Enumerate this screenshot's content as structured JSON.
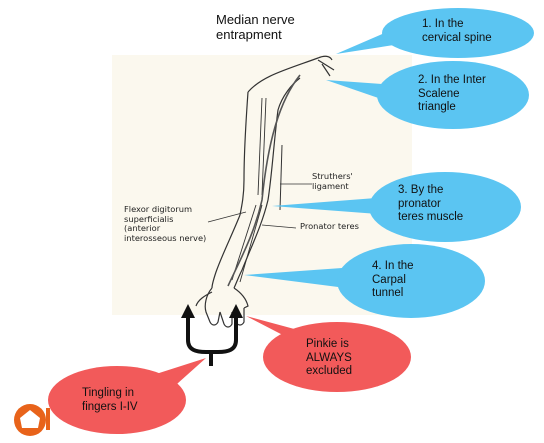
{
  "title": "Median nerve\nentrapment",
  "callouts": [
    {
      "num": "1.",
      "text": "In the\ncervical spine"
    },
    {
      "num": "2.",
      "text": "In the Inter\nScalene\ntriangle"
    },
    {
      "num": "3.",
      "text": "By the\npronator\nteres muscle"
    },
    {
      "num": "4.",
      "text": "In the\nCarpal\ntunnel"
    }
  ],
  "anatomy_labels": {
    "struthers": "Struthers'\nligament",
    "flexor": "Flexor digitorum\nsuperficialis\n(anterior\ninterosseous nerve)",
    "pronator": "Pronator teres"
  },
  "red_callouts": {
    "pinkie": "Pinkie is\nALWAYS\nexcluded",
    "tingling": "Tingling in\nfingers I-IV"
  },
  "colors": {
    "blue_bubble": "#5bc5f2",
    "red_bubble": "#f25a5a",
    "illustration_bg": "#fbf8ee"
  }
}
